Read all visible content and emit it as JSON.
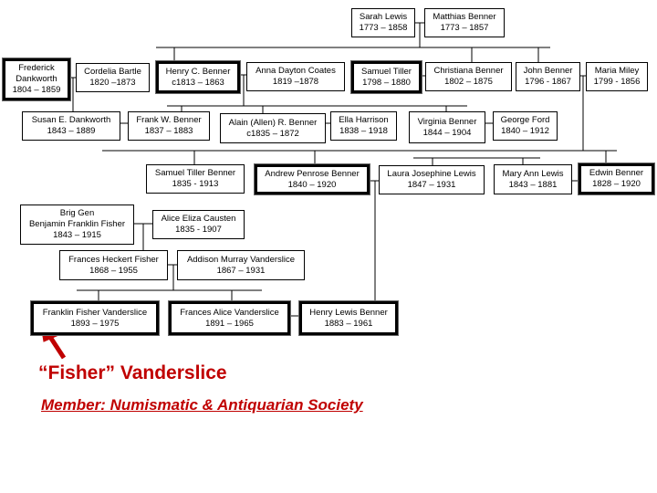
{
  "people": {
    "sarah_lewis": {
      "name": "Sarah Lewis",
      "dates": "1773 – 1858"
    },
    "matthias_benner": {
      "name": "Matthias Benner",
      "dates": "1773 – 1857"
    },
    "frederick_dankworth": {
      "name1": "Frederick",
      "name2": "Dankworth",
      "dates": "1804 – 1859"
    },
    "cordelia_bartle": {
      "name": "Cordelia Bartle",
      "dates": "1820 –1873"
    },
    "henry_c_benner": {
      "name": "Henry C. Benner",
      "dates": "c1813 – 1863"
    },
    "anna_dayton_coates": {
      "name": "Anna Dayton Coates",
      "dates": "1819 –1878"
    },
    "samuel_tiller": {
      "name": "Samuel Tiller",
      "dates": "1798 – 1880"
    },
    "christiana_benner": {
      "name": "Christiana Benner",
      "dates": "1802 – 1875"
    },
    "john_benner": {
      "name": "John Benner",
      "dates": "1796 - 1867"
    },
    "maria_miley": {
      "name": "Maria Miley",
      "dates": "1799 - 1856"
    },
    "susan_dankworth": {
      "name": "Susan E. Dankworth",
      "dates": "1843 – 1889"
    },
    "frank_benner": {
      "name": "Frank W. Benner",
      "dates": "1837 – 1883"
    },
    "alain_benner": {
      "name": "Alain (Allen) R. Benner",
      "dates": "c1835 – 1872"
    },
    "ella_harrison": {
      "name": "Ella Harrison",
      "dates": "1838 – 1918"
    },
    "virginia_benner": {
      "name": "Virginia Benner",
      "dates": "1844 – 1904"
    },
    "george_ford": {
      "name": "George Ford",
      "dates": "1840 – 1912"
    },
    "samuel_tiller_benner": {
      "name": "Samuel Tiller Benner",
      "dates": "1835 - 1913"
    },
    "andrew_penrose_benner": {
      "name": "Andrew Penrose Benner",
      "dates": "1840 – 1920"
    },
    "laura_josephine_lewis": {
      "name": "Laura Josephine Lewis",
      "dates": "1847 – 1931"
    },
    "mary_ann_lewis": {
      "name": "Mary Ann Lewis",
      "dates": "1843 – 1881"
    },
    "edwin_benner": {
      "name": "Edwin Benner",
      "dates": "1828 – 1920"
    },
    "benjamin_fisher": {
      "title": "Brig Gen",
      "name": "Benjamin Franklin Fisher",
      "dates": "1843 – 1915"
    },
    "alice_causten": {
      "name": "Alice Eliza Causten",
      "dates": "1835 - 1907"
    },
    "frances_heckert_fisher": {
      "name": "Frances Heckert Fisher",
      "dates": "1868 – 1955"
    },
    "addison_vanderslice": {
      "name": "Addison Murray Vanderslice",
      "dates": "1867 – 1931"
    },
    "franklin_vanderslice": {
      "name": "Franklin Fisher Vanderslice",
      "dates": "1893 – 1975"
    },
    "frances_alice_vanderslice": {
      "name": "Frances Alice Vanderslice",
      "dates": "1891 – 1965"
    },
    "henry_lewis_benner": {
      "name": "Henry Lewis Benner",
      "dates": "1883 – 1961"
    }
  },
  "caption": {
    "highlight": "“Fisher” Vanderslice",
    "membership": "Member: Numismatic & Antiquarian Society",
    "color": "#c00000"
  }
}
